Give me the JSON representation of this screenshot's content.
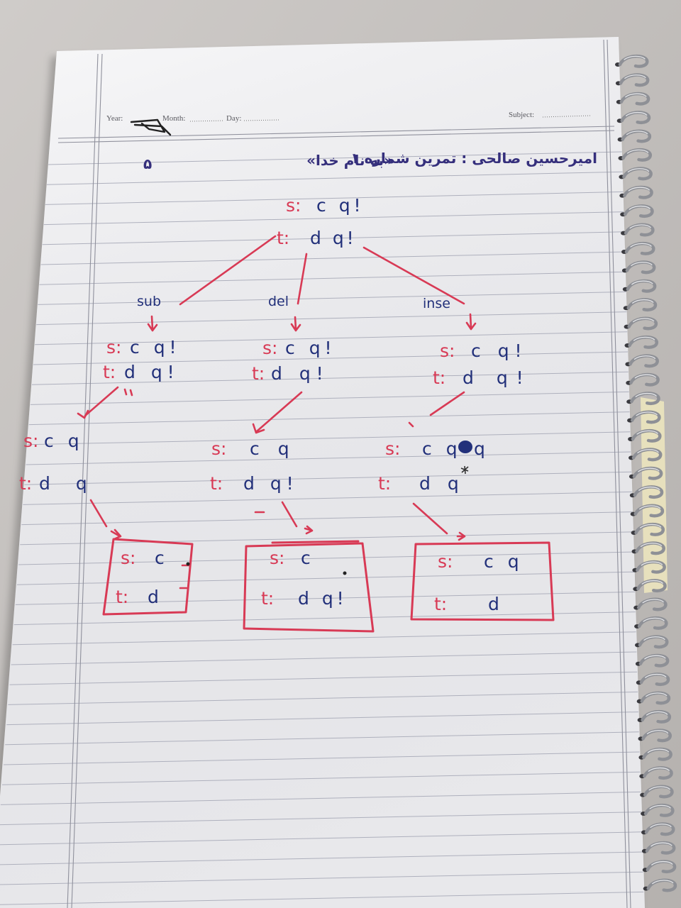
{
  "header": {
    "year_label": "Year:",
    "month_label": "Month:",
    "day_label": "Day:",
    "subject_label": "Subject:"
  },
  "page_number": "۵",
  "title": {
    "name_line": "امیرحسین صالحی : تمرین شماره ۱",
    "basmala": "«به نام خدا»"
  },
  "labels": {
    "s": "s:",
    "t": "t:"
  },
  "tree": {
    "root": {
      "s": "c q!",
      "t": "d q!"
    },
    "branches": [
      {
        "operation": "sub",
        "level1": {
          "s": "c q!",
          "t": "d q!"
        },
        "level2": {
          "s": "c q",
          "t": "d q"
        },
        "result": {
          "s": "c",
          "t": "d"
        }
      },
      {
        "operation": "del",
        "level1": {
          "s": "c q!",
          "t": "d q!"
        },
        "level2": {
          "s": "c q",
          "t": "d q!"
        },
        "result": {
          "s": "c",
          "t": "d q!"
        }
      },
      {
        "operation": "inse",
        "level1": {
          "s": "c q!",
          "t": "d q!"
        },
        "level2": {
          "s": "c q",
          "s_after_blot": "q",
          "t": "d q"
        },
        "result": {
          "s": "c q",
          "t": "d"
        }
      }
    ]
  },
  "colors": {
    "background": "#c9c5c2",
    "paper": "#f4f4f6",
    "ink_red": "#d83a55",
    "ink_blue": "#22307a",
    "ink_title": "#352f7c",
    "rule_line": "#aeb0bd",
    "spiral": "#8e9096"
  }
}
